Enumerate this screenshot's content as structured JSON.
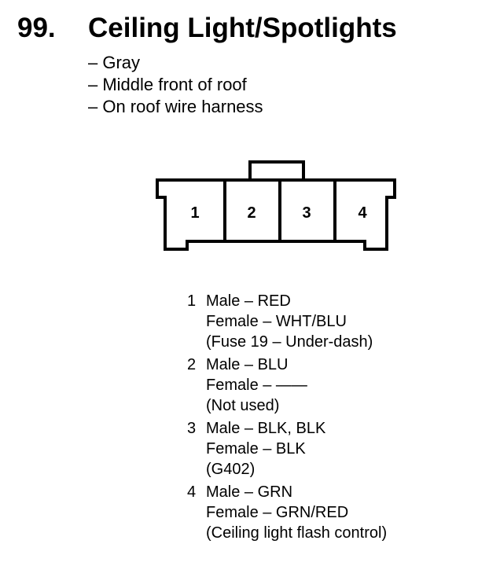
{
  "heading": {
    "number": "99.",
    "title": "Ceiling Light/Spotlights"
  },
  "info": [
    "– Gray",
    "– Middle front of roof",
    "– On roof wire harness"
  ],
  "connector": {
    "pins": [
      "1",
      "2",
      "3",
      "4"
    ]
  },
  "pinout": [
    {
      "pin": "1",
      "male": "Male – RED",
      "female": "Female – WHT/BLU",
      "note": "(Fuse 19 – Under-dash)"
    },
    {
      "pin": "2",
      "male": "Male – BLU",
      "female": "Female – ——",
      "note": "(Not used)"
    },
    {
      "pin": "3",
      "male": "Male – BLK, BLK",
      "female": "Female – BLK",
      "note": "(G402)"
    },
    {
      "pin": "4",
      "male": "Male – GRN",
      "female": "Female – GRN/RED",
      "note": "(Ceiling light flash control)"
    }
  ]
}
